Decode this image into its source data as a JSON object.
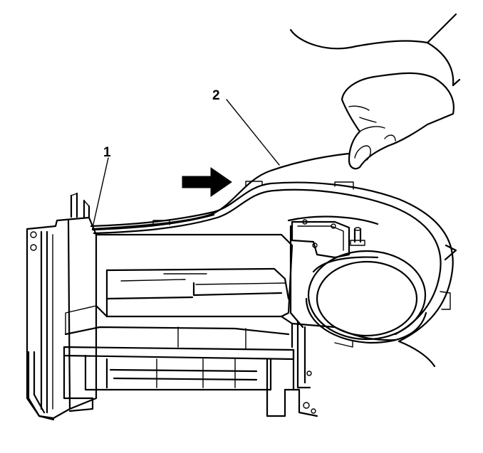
{
  "callouts": [
    {
      "id": "1",
      "label": "1"
    },
    {
      "id": "2",
      "label": "2"
    }
  ],
  "colors": {
    "line": "#000000",
    "background": "#ffffff"
  },
  "icons": [
    "direction-arrow-icon",
    "hand-illustration"
  ]
}
